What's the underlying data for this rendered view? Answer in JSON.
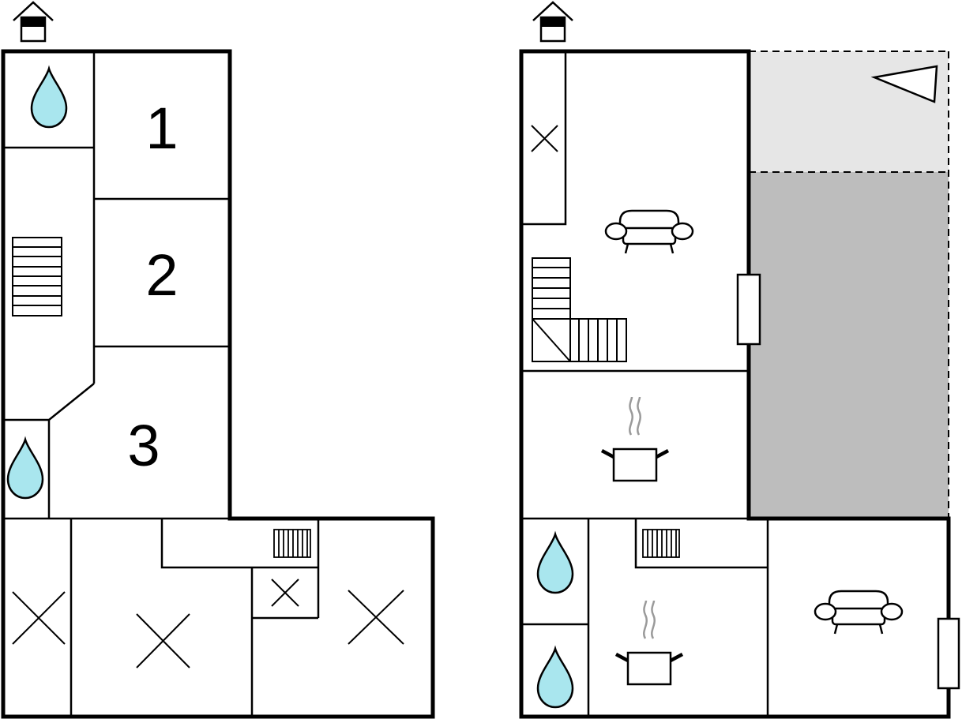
{
  "colors": {
    "wall": "#000000",
    "water": "#a9e6ee",
    "terrace_light": "#e6e6e6",
    "terrace_dark": "#bdbdbd",
    "steam": "#9a9a9a"
  },
  "left_plan": {
    "entrance_icon": "house-entrance-icon",
    "room_numbers": [
      "1",
      "2",
      "3"
    ]
  },
  "right_plan": {
    "entrance_icon": "house-entrance-icon",
    "orientation_icon": "north-arrow-icon"
  }
}
